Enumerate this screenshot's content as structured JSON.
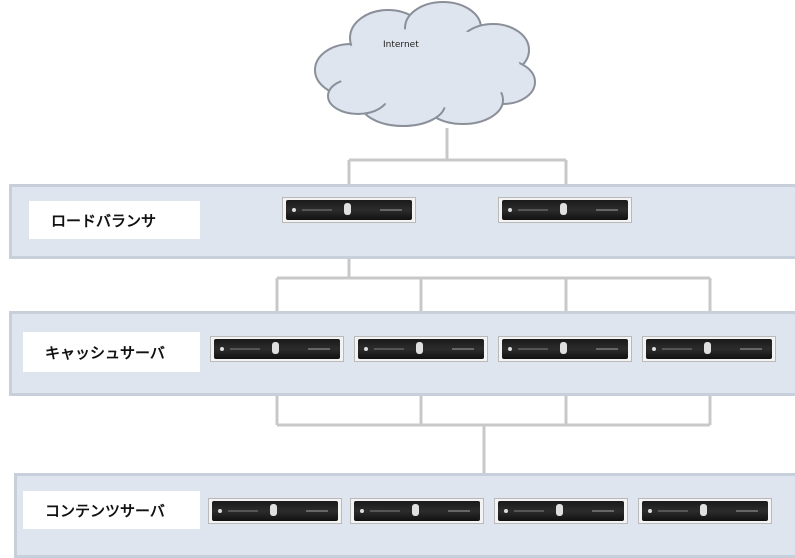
{
  "diagram": {
    "cloud": {
      "label": "Internet"
    },
    "tiers": [
      {
        "id": "load-balancer",
        "label": "ロードバランサ",
        "server_count": 2
      },
      {
        "id": "cache-server",
        "label": "キャッシュサーバ",
        "server_count": 4
      },
      {
        "id": "content-server",
        "label": "コンテンツサーバ",
        "server_count": 4
      }
    ]
  },
  "colors": {
    "tier_fill": "#dfe5ef",
    "tier_border": "#c7cfdb",
    "connector": "#c8c8c8",
    "cloud_fill": "#dfe5ef",
    "cloud_stroke": "#8a8f99"
  }
}
